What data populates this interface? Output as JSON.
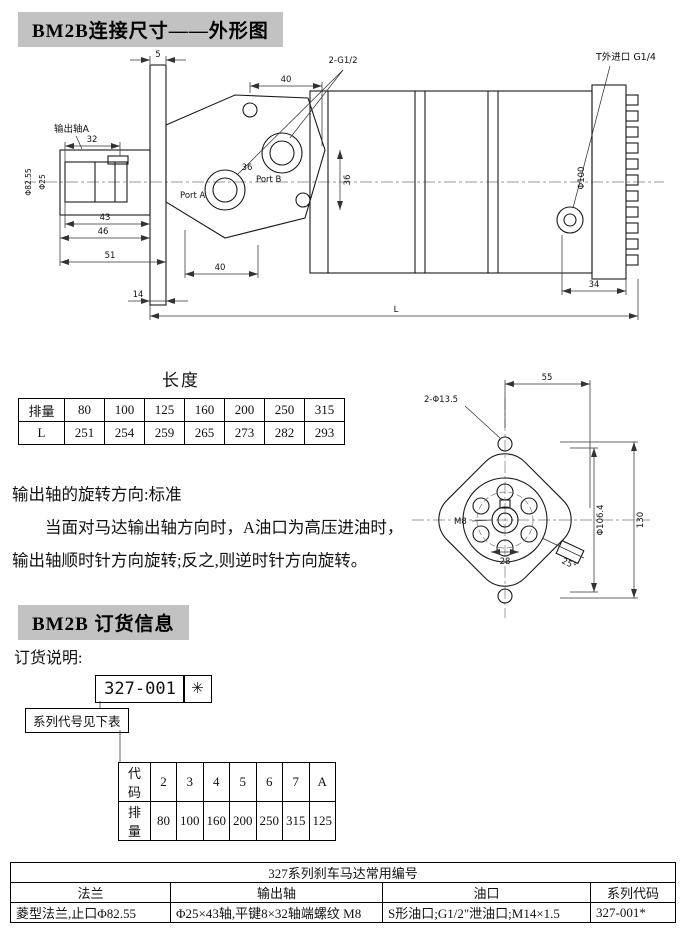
{
  "sections": {
    "dim_title": "BM2B连接尺寸——外形图",
    "order_title": "BM2B 订货信息"
  },
  "side_view": {
    "d5": "5",
    "g_ports": "2-G1/2",
    "d40_top": "40",
    "t_port": "T外进口 G1/4",
    "shaft_label": "输出轴A",
    "d32": "32",
    "dia_82": "Φ82.55",
    "dia_25": "Φ25",
    "d36_h": "36",
    "d36_v": "36",
    "port_b": "Port B",
    "port_a": "Port A",
    "dia_100": "Φ100",
    "d43": "43",
    "d46": "46",
    "d51": "51",
    "d40_bottom": "40",
    "d14": "14",
    "d34": "34",
    "dL": "L"
  },
  "front_view": {
    "d55": "55",
    "holes": "2-Φ13.5",
    "m8": "M8",
    "d28": "28",
    "dia_106": "Φ106.4",
    "d130": "130",
    "a25": "25°"
  },
  "length_table": {
    "title": "长度",
    "rows": [
      [
        "排量",
        "80",
        "100",
        "125",
        "160",
        "200",
        "250",
        "315"
      ],
      [
        "L",
        "251",
        "254",
        "259",
        "265",
        "273",
        "282",
        "293"
      ]
    ]
  },
  "rotation": {
    "line1": "输出轴的旋转方向:标准",
    "line2": "当面对马达输出轴方向时，A油口为高压进油时，",
    "line3": "输出轴顺时针方向旋转;反之,则逆时针方向旋转。"
  },
  "order": {
    "note": "订货说明:",
    "code": "327-001",
    "star": "✳",
    "series_label": "系列代号见下表",
    "code_table": {
      "rows": [
        [
          "代码",
          "2",
          "3",
          "4",
          "5",
          "6",
          "7",
          "A"
        ],
        [
          "排量",
          "80",
          "100",
          "160",
          "200",
          "250",
          "315",
          "125"
        ]
      ]
    }
  },
  "bottom_table": {
    "title": "327系列刹车马达常用编号",
    "headers": [
      "法兰",
      "输出轴",
      "油口",
      "系列代码"
    ],
    "row": [
      "菱型法兰,止口Φ82.55",
      "Φ25×43轴,平键8×32轴端螺纹 M8",
      "S形油口;G1/2\"泄油口;M14×1.5",
      "327-001*"
    ]
  }
}
